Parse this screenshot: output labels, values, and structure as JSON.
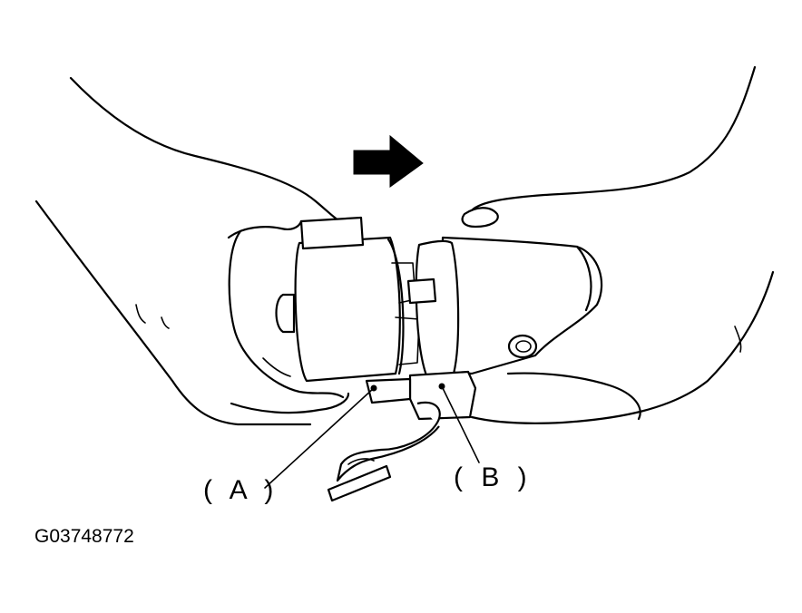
{
  "callouts": {
    "a": {
      "label": "( A )"
    },
    "b": {
      "label": "( B )"
    }
  },
  "figure_id": "G03748772",
  "icons": [
    "direction-arrow-icon"
  ],
  "colors": {
    "line": "#000000",
    "background": "#ffffff"
  }
}
